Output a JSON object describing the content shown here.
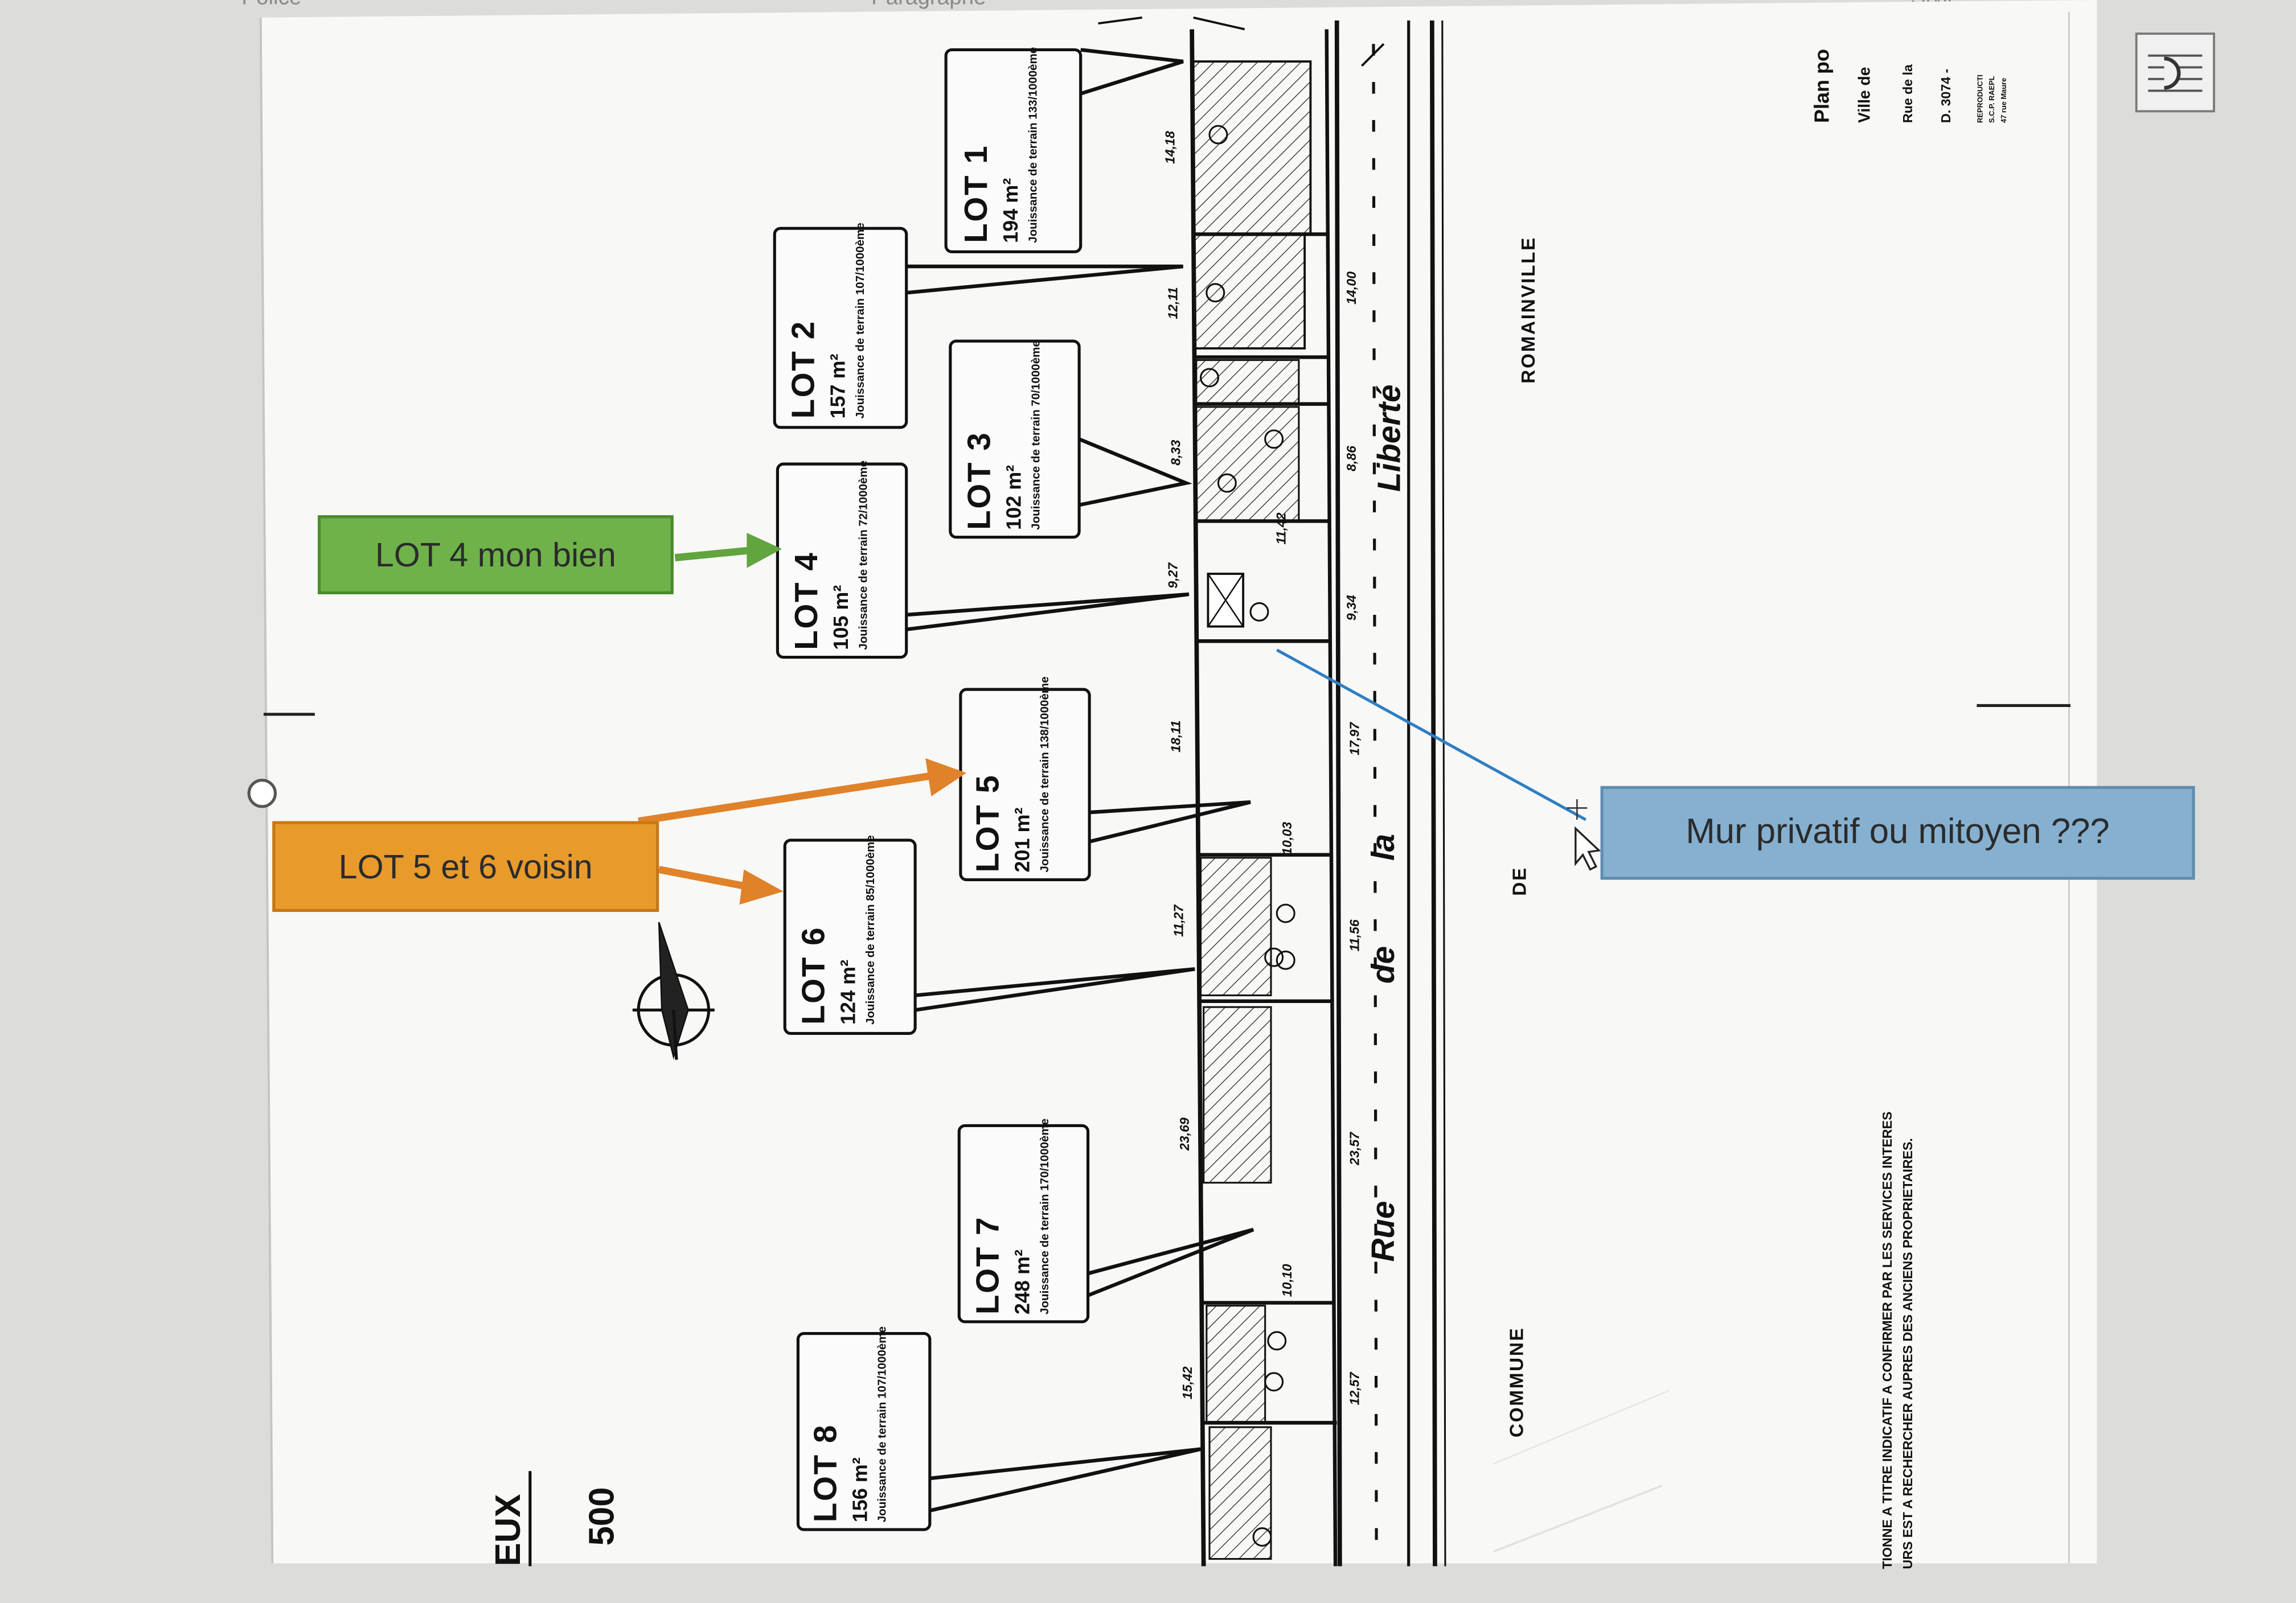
{
  "ribbon": {
    "font_group": "Police",
    "paragraph_group": "Paragraphe",
    "style_group": "Style"
  },
  "callouts": {
    "lot4": "LOT 4 mon bien",
    "lot56": "LOT 5 et 6 voisin",
    "mur": "Mur privatif ou mitoyen ???"
  },
  "lots": [
    {
      "title": "LOT 1",
      "area": "194 m²",
      "jouissance": "Jouissance de terrain 133/1000ème"
    },
    {
      "title": "LOT 2",
      "area": "157 m²",
      "jouissance": "Jouissance de terrain 107/1000ème"
    },
    {
      "title": "LOT 3",
      "area": "102 m²",
      "jouissance": "Jouissance de terrain 70/1000ème"
    },
    {
      "title": "LOT 4",
      "area": "105 m²",
      "jouissance": "Jouissance de terrain 72/1000ème"
    },
    {
      "title": "LOT 5",
      "area": "201 m²",
      "jouissance": "Jouissance de terrain 138/1000ème"
    },
    {
      "title": "LOT 6",
      "area": "124 m²",
      "jouissance": "Jouissance de terrain 85/1000ème"
    },
    {
      "title": "LOT 7",
      "area": "248 m²",
      "jouissance": "Jouissance de terrain 170/1000ème"
    },
    {
      "title": "LOT 8",
      "area": "156 m²",
      "jouissance": "Jouissance de terrain 107/1000ème"
    }
  ],
  "street": {
    "rue": "Rue",
    "de": "de",
    "la": "la",
    "liberte": "Liberté"
  },
  "commune": {
    "label1": "COMMUNE",
    "label2": "DE",
    "label3": "ROMAINVILLE"
  },
  "plan_header": {
    "line1": "Plan po",
    "line2": "Ville de",
    "line3": "Rue de la",
    "line4": "D. 3074 -",
    "line5": "REPRODUCTI",
    "line6": "S.C.P. RAEPL",
    "line7": "47 rue Maure"
  },
  "note": {
    "line1": "TIONNE A TITRE INDICATIF A CONFIRMER PAR LES SERVICES INTERES",
    "line2": "URS EST A RECHERCHER AUPRES DES ANCIENS PROPRIETAIRES."
  },
  "scale": {
    "word": "EUX",
    "number": "500"
  },
  "measures": {
    "a": "14,18",
    "b": "12,11",
    "c": "8,33",
    "d": "9,27",
    "e": "18,11",
    "f": "11,27",
    "g": "23,69",
    "h": "15,42",
    "i": "14,00",
    "j": "8,86",
    "k": "9,34",
    "l": "17,97",
    "m": "11,56",
    "n": "23,57",
    "o": "12,57",
    "p": "11,42",
    "q": "10,03",
    "r": "10,10"
  }
}
